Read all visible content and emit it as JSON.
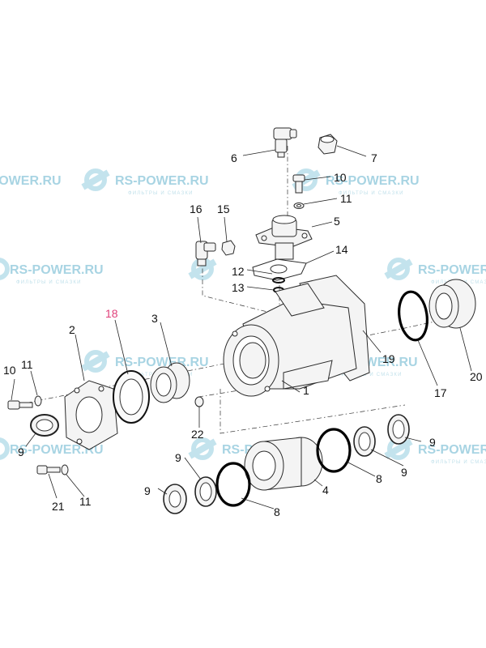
{
  "watermark": {
    "brand": "RS-POWER.RU",
    "tagline": "ФИЛЬТРЫ И СМАЗКИ",
    "color": "#9fd0e0"
  },
  "colors": {
    "callout": "#111111",
    "highlight_callout": "#e0407a"
  },
  "callouts": [
    {
      "id": "c6",
      "text": "6"
    },
    {
      "id": "c7",
      "text": "7"
    },
    {
      "id": "c10a",
      "text": "10"
    },
    {
      "id": "c11a",
      "text": "11"
    },
    {
      "id": "c16",
      "text": "16"
    },
    {
      "id": "c15",
      "text": "15"
    },
    {
      "id": "c5",
      "text": "5"
    },
    {
      "id": "c14",
      "text": "14"
    },
    {
      "id": "c12",
      "text": "12"
    },
    {
      "id": "c13",
      "text": "13"
    },
    {
      "id": "c18",
      "text": "18"
    },
    {
      "id": "c3",
      "text": "3"
    },
    {
      "id": "c2",
      "text": "2"
    },
    {
      "id": "c19",
      "text": "19"
    },
    {
      "id": "c17",
      "text": "17"
    },
    {
      "id": "c20",
      "text": "20"
    },
    {
      "id": "c1",
      "text": "1"
    },
    {
      "id": "c11b",
      "text": "11"
    },
    {
      "id": "c10b",
      "text": "10"
    },
    {
      "id": "c22",
      "text": "22"
    },
    {
      "id": "c9a",
      "text": "9"
    },
    {
      "id": "c9b",
      "text": "9"
    },
    {
      "id": "c9c",
      "text": "9"
    },
    {
      "id": "c9d",
      "text": "9"
    },
    {
      "id": "c9e",
      "text": "9"
    },
    {
      "id": "c9f",
      "text": "9"
    },
    {
      "id": "c8a",
      "text": "8"
    },
    {
      "id": "c8b",
      "text": "8"
    },
    {
      "id": "c4",
      "text": "4"
    },
    {
      "id": "c21",
      "text": "21"
    },
    {
      "id": "c11c",
      "text": "11"
    }
  ]
}
